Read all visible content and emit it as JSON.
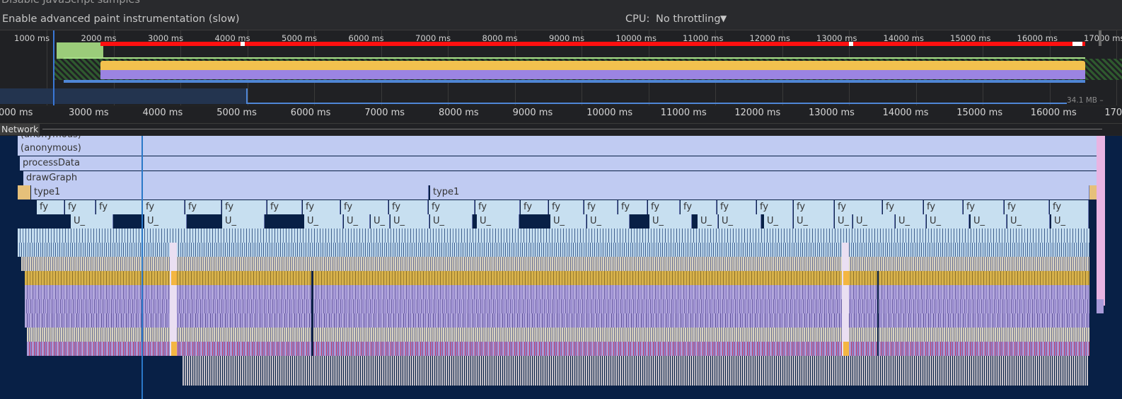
{
  "settings": {
    "paint_option": "Enable advanced paint instrumentation (slow)",
    "cpu_label": "CPU:",
    "cpu_value": "No throttling",
    "cpu_arrow": "▼"
  },
  "overview": {
    "ticks": [
      "1000 ms",
      "2000 ms",
      "3000 ms",
      "4000 ms",
      "5000 ms",
      "6000 ms",
      "7000 ms",
      "8000 ms",
      "9000 ms",
      "10000 ms",
      "11000 ms",
      "12000 ms",
      "13000 ms",
      "14000 ms",
      "15000 ms",
      "16000 ms",
      "17000 ms"
    ],
    "memory_label": "34.1 MB – 63..."
  },
  "ruler": {
    "ticks": [
      "000 ms",
      "3000 ms",
      "4000 ms",
      "5000 ms",
      "6000 ms",
      "7000 ms",
      "8000 ms",
      "9000 ms",
      "10000 ms",
      "11000 ms",
      "12000 ms",
      "13000 ms",
      "14000 ms",
      "15000 ms",
      "16000 ms",
      "170"
    ]
  },
  "network_label": "Network",
  "flame": {
    "row0": "(anonymous)",
    "row1": "(anonymous)",
    "row2": "processData",
    "row3": "drawGraph",
    "type_label": "type1",
    "fy_label": "fy",
    "u_label": "U_",
    "ellipsis_label": "(..."
  },
  "colors": {
    "flame_background": "#082046",
    "bar_blue": "#c0cbf2",
    "bar_light": "#c7dff0",
    "bar_gold": "#d7b14a",
    "bar_purple": "#a89ad8",
    "fps_red": "#ff0000",
    "cpu_yellow": "#f2c14e",
    "cpu_purple": "#9b84e2"
  }
}
